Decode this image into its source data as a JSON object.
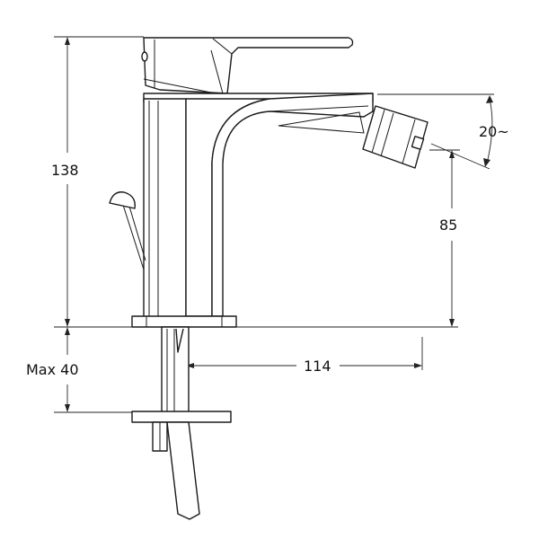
{
  "dimensions": {
    "height_total": "138",
    "spout_height": "85",
    "reach": "114",
    "max_deck": "Max 40",
    "swivel": "20~"
  }
}
